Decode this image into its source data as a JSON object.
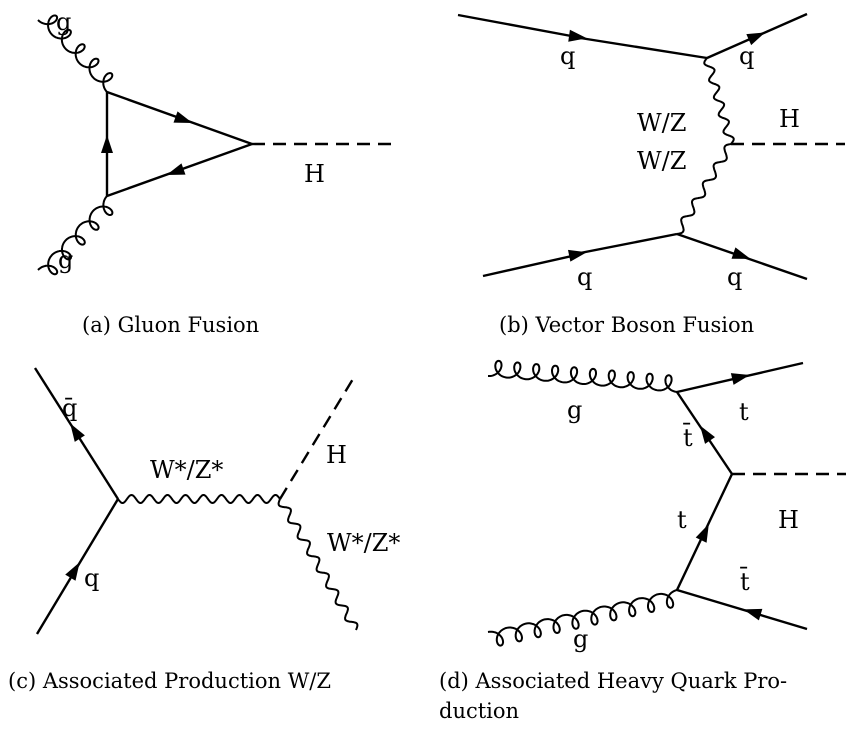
{
  "panels": [
    {
      "caption": "(a)  Gluon Fusion",
      "labels": {
        "g_top": "g",
        "g_bottom": "g",
        "higgs": "H"
      }
    },
    {
      "caption": "(b)  Vector Boson Fusion",
      "labels": {
        "q_in_top": "q",
        "q_out_top": "q",
        "boson_1": "W/Z",
        "boson_2": "W/Z",
        "higgs": "H",
        "q_in_bottom": "q",
        "q_out_bottom": "q"
      }
    },
    {
      "caption": "(c)  Associated Production W/Z",
      "labels": {
        "qbar": "q̄",
        "q": "q",
        "boson_prop": "W*/Z*",
        "higgs": "H",
        "boson_out": "W*/Z*"
      }
    },
    {
      "caption_line1": "(d)  Associated Heavy Quark Pro-",
      "caption_line2": "duction",
      "labels": {
        "g_top": "g",
        "g_bottom": "g",
        "tbar_prop": "t̄",
        "t_out": "t",
        "t_prop": "t",
        "higgs": "H",
        "tbar_out": "t̄"
      }
    }
  ]
}
